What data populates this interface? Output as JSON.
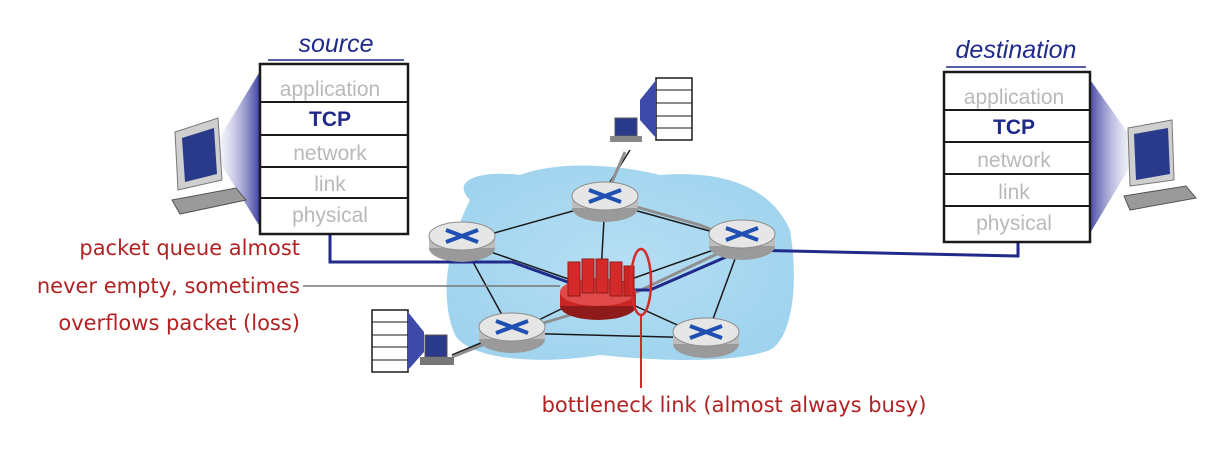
{
  "source": {
    "title": "source",
    "layers": [
      "application",
      "TCP",
      "network",
      "link",
      "physical"
    ]
  },
  "destination": {
    "title": "destination",
    "layers": [
      "application",
      "TCP",
      "network",
      "link",
      "physical"
    ]
  },
  "annotations": {
    "queue_line1": "packet queue almost",
    "queue_line2": "never empty, sometimes",
    "queue_line3": "overflows packet (loss)",
    "bottleneck": "bottleneck link (almost always busy)"
  },
  "colors": {
    "cloud": "#a8d8f0",
    "tcp_path": "#1f2a8a",
    "annotation": "#b22222",
    "router_x": "#1f4fb0",
    "bottleneck_router": "#d42a2a"
  }
}
